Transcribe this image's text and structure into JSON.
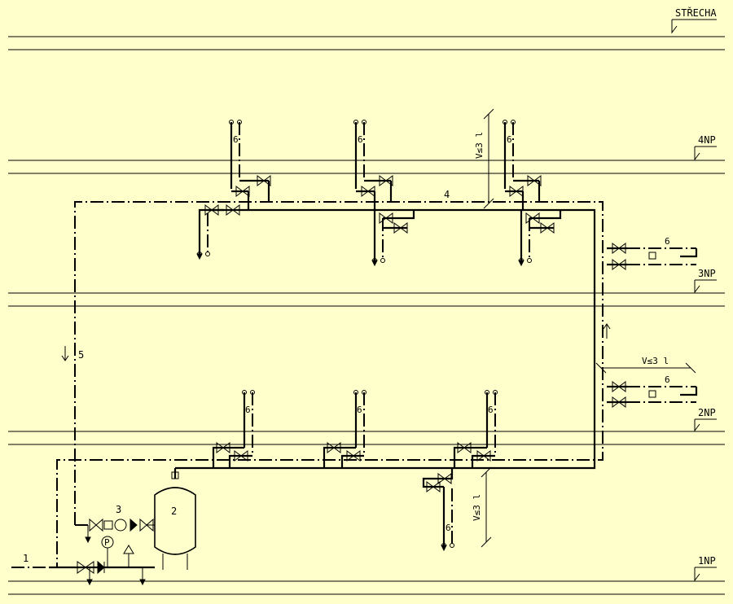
{
  "levels": [
    {
      "id": "strecha",
      "label": "STŘECHA"
    },
    {
      "id": "4np",
      "label": "4NP"
    },
    {
      "id": "3np",
      "label": "3NP"
    },
    {
      "id": "2np",
      "label": "2NP"
    },
    {
      "id": "1np",
      "label": "1NP"
    }
  ],
  "labels": {
    "inlet": "1",
    "tank": "2",
    "pump": "3",
    "distribution": "4",
    "circulation": "5",
    "tap": "6",
    "meter": "P",
    "volume_limit": "V≤3 l"
  },
  "colors": {
    "background": "#ffffcc",
    "lines": "#000000"
  }
}
